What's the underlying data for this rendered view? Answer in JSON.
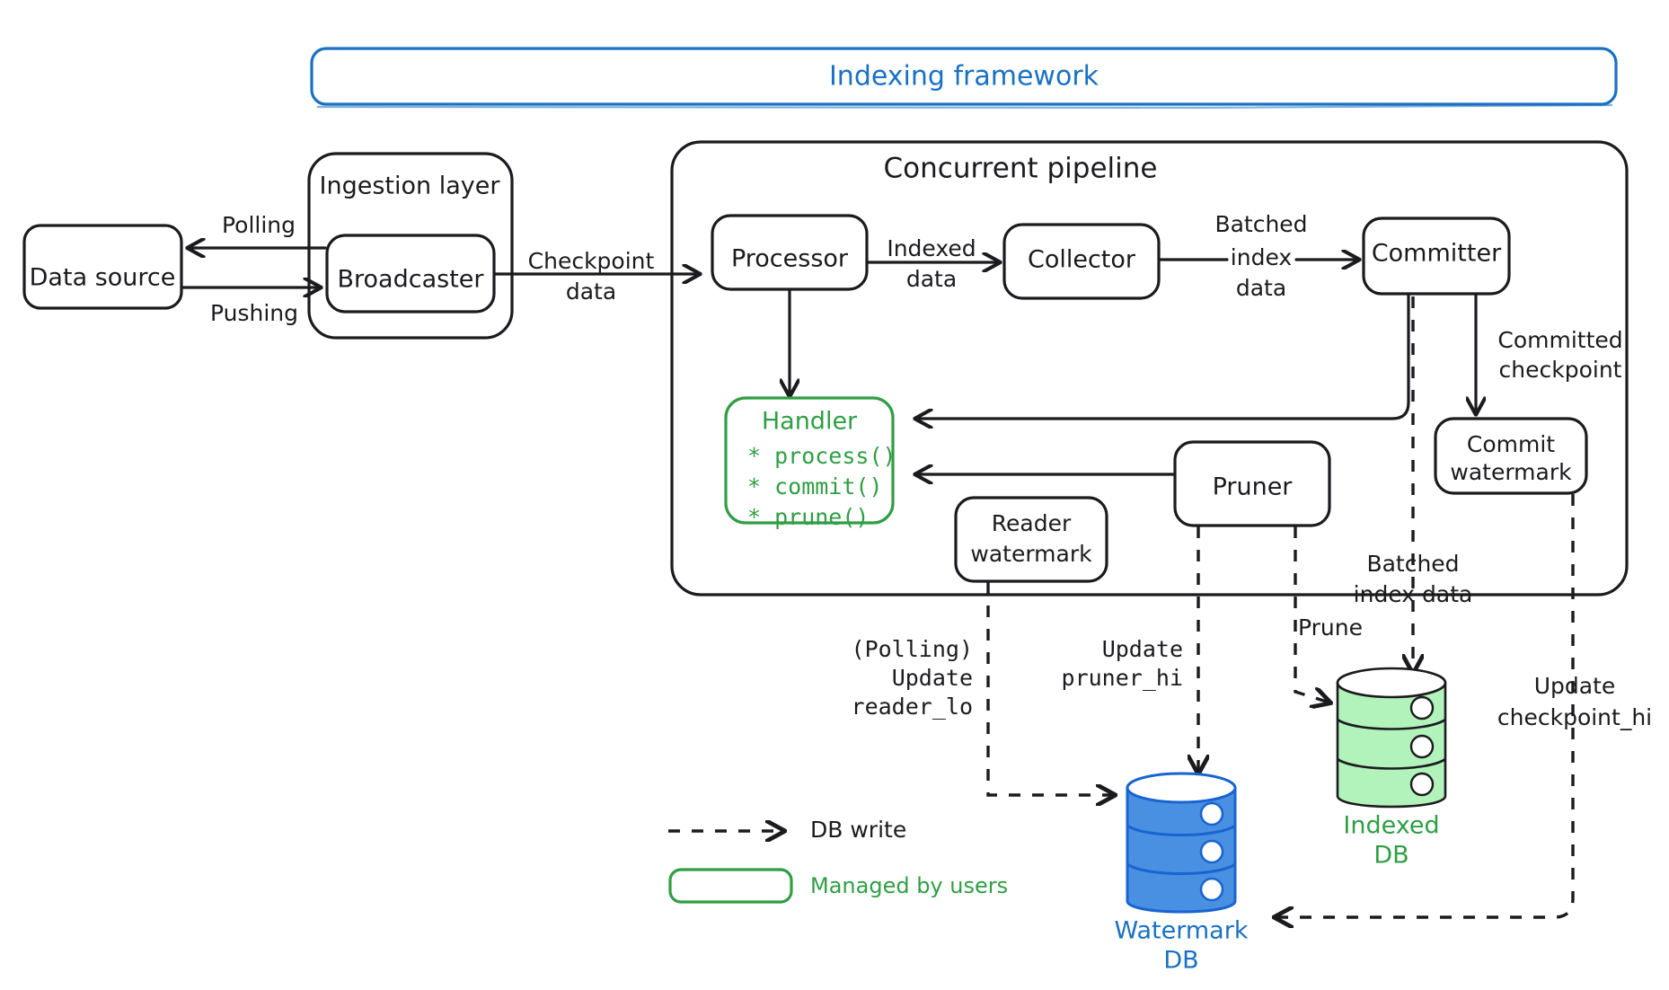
{
  "diagram": {
    "title": "Indexing framework",
    "framework_box_label": "Indexing framework"
  },
  "groups": {
    "ingestion_layer": "Ingestion layer",
    "concurrent_pipeline": "Concurrent pipeline"
  },
  "nodes": {
    "data_source": "Data source",
    "broadcaster": "Broadcaster",
    "processor": "Processor",
    "collector": "Collector",
    "committer": "Committer",
    "commit_watermark_line1": "Commit",
    "commit_watermark_line2": "watermark",
    "pruner": "Pruner",
    "reader_watermark_line1": "Reader",
    "reader_watermark_line2": "watermark"
  },
  "handler": {
    "title": "Handler",
    "methods": [
      "* process()",
      "* commit()",
      "* prune()"
    ],
    "color": "#2f9e44"
  },
  "edges": {
    "polling": "Polling",
    "pushing": "Pushing",
    "checkpoint_data_line1": "Checkpoint",
    "checkpoint_data_line2": "data",
    "indexed_data_line1": "Indexed",
    "indexed_data_line2": "data",
    "batched_index_data_line1": "Batched",
    "batched_index_data_line2": "index",
    "batched_index_data_line3": "data",
    "committed_checkpoint_line1": "Committed",
    "committed_checkpoint_line2": "checkpoint",
    "batched_index_data2_line1": "Batched",
    "batched_index_data2_line2": "index data",
    "prune": "Prune",
    "polling_update_reader_lo_line1": "(Polling)",
    "polling_update_reader_lo_line2": "Update",
    "polling_update_reader_lo_line3": "reader_lo",
    "update_pruner_hi_line1": "Update",
    "update_pruner_hi_line2": "pruner_hi",
    "update_checkpoint_hi_line1": "Update",
    "update_checkpoint_hi_line2": "checkpoint_hi"
  },
  "databases": {
    "indexed_db_line1": "Indexed",
    "indexed_db_line2": "DB",
    "indexed_db_color": "#b2f2bb",
    "watermark_db_line1": "Watermark",
    "watermark_db_line2": "DB",
    "watermark_db_color": "#4a90e2"
  },
  "legend": {
    "db_write": "DB write",
    "managed_by_users": "Managed by users",
    "managed_color": "#2f9e44"
  }
}
